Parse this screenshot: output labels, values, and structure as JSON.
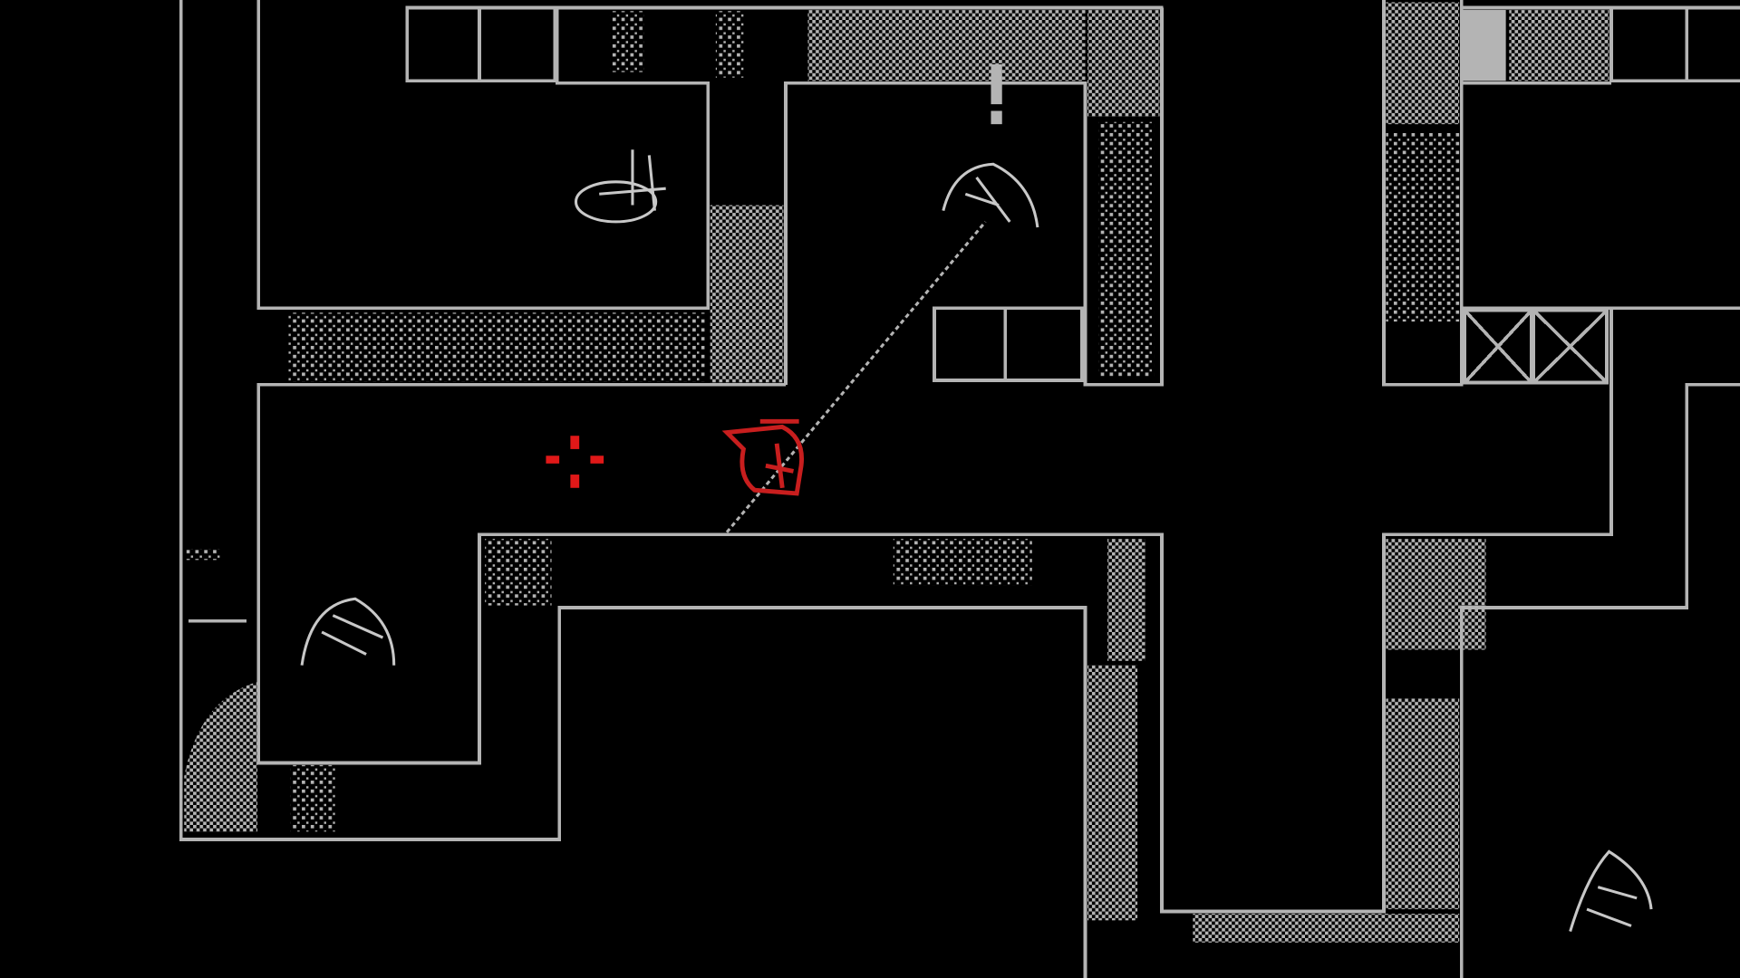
{
  "game": {
    "palette": {
      "background": "#000000",
      "walls": "#b4b4b4",
      "player": "#c81e1e",
      "crosshair": "#e01818",
      "enemies": "#c8c8c8"
    },
    "hud": {
      "crosshair_icon": "crosshair-icon",
      "alert_icon": "exclamation-icon"
    },
    "entities": {
      "player": "player-character",
      "enemies": [
        "enemy-top-left-room",
        "enemy-top-center-room",
        "enemy-left-room",
        "enemy-bottom-right"
      ]
    }
  }
}
